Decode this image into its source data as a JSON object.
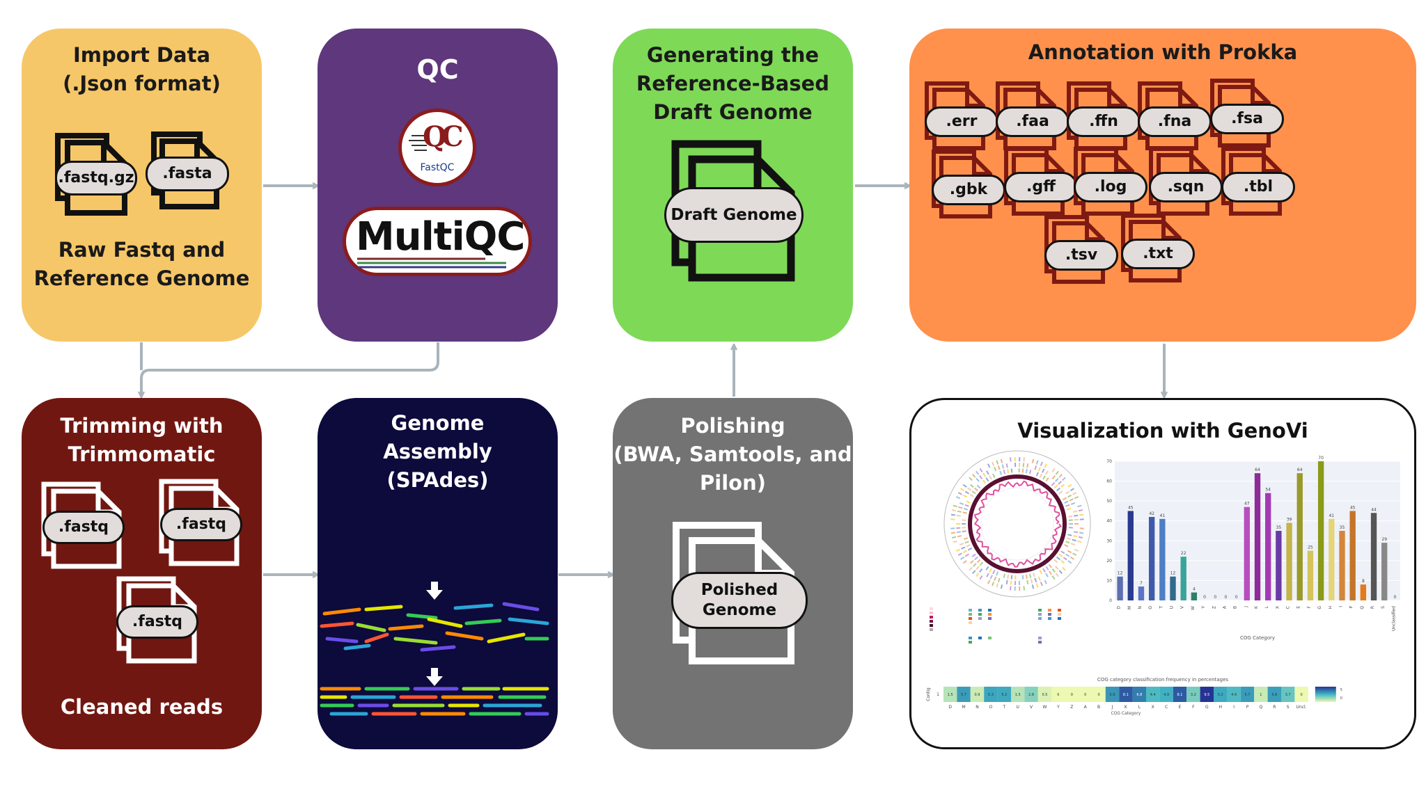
{
  "import": {
    "title_line1": "Import Data",
    "title_line2": "(.Json format)",
    "files": [
      ".fastq.gz",
      ".fasta"
    ],
    "caption_line1": "Raw Fastq and",
    "caption_line2": "Reference Genome"
  },
  "qc": {
    "title": "QC",
    "fastqc_logo_text": "FastQC",
    "fastqc_mark": "QC",
    "multiqc_logo_text": "MultiQC"
  },
  "draft": {
    "title_line1": "Generating the",
    "title_line2": "Reference-Based",
    "title_line3": "Draft Genome",
    "file_label": "Draft Genome"
  },
  "prokka": {
    "title": "Annotation with Prokka",
    "files": [
      ".err",
      ".faa",
      ".ffn",
      ".fna",
      ".fsa",
      ".gbk",
      ".gff",
      ".log",
      ".sqn",
      ".tbl",
      ".tsv",
      ".txt"
    ]
  },
  "trimming": {
    "title_line1": "Trimming with",
    "title_line2": "Trimmomatic",
    "files": [
      ".fastq",
      ".fastq",
      ".fastq"
    ],
    "caption": "Cleaned reads"
  },
  "assembly": {
    "title_line1": "Genome",
    "title_line2": "Assembly",
    "title_line3": "(SPAdes)"
  },
  "polishing": {
    "title_line1": "Polishing",
    "title_line2": "(BWA, Samtools, and",
    "title_line3": "Pilon)",
    "file_label_line1": "Polished",
    "file_label_line2": "Genome"
  },
  "genovi": {
    "title": "Visualization with GenoVi",
    "chart_data": {
      "type": "bar",
      "xlabel": "COG Category",
      "ylim": [
        0,
        70
      ],
      "categories": [
        "D",
        "M",
        "N",
        "O",
        "T",
        "U",
        "V",
        "W",
        "Y",
        "Z",
        "A",
        "B",
        "J",
        "K",
        "L",
        "X",
        "C",
        "E",
        "F",
        "G",
        "H",
        "I",
        "P",
        "Q",
        "R",
        "S",
        "Unclassified"
      ],
      "values": [
        12,
        45,
        7,
        42,
        41,
        12,
        22,
        4,
        0,
        0,
        0,
        0,
        47,
        64,
        54,
        35,
        39,
        64,
        25,
        70,
        41,
        35,
        45,
        8,
        44,
        29,
        0
      ],
      "heatmap_title": "COG category classification frequency in percentages",
      "heatmap_ylabel": "Contig",
      "heatmap_xlabel": "COG Category",
      "heatmap_row_label": "1",
      "heatmap_categories": [
        "D",
        "M",
        "N",
        "O",
        "T",
        "U",
        "V",
        "W",
        "Y",
        "Z",
        "A",
        "B",
        "J",
        "K",
        "L",
        "X",
        "C",
        "E",
        "F",
        "G",
        "H",
        "I",
        "P",
        "Q",
        "R",
        "S",
        "Uncl."
      ],
      "heatmap_values": [
        1.5,
        5.7,
        0.9,
        5.3,
        5.2,
        1.5,
        2.8,
        0.5,
        0,
        0,
        0,
        0,
        5.9,
        8.1,
        6.8,
        4.4,
        4.9,
        8.1,
        3.2,
        9.5,
        5.2,
        4.4,
        5.7,
        1.0,
        5.6,
        3.7,
        0
      ],
      "scale_labels": [
        "5",
        "0"
      ]
    }
  },
  "colors": {
    "import_bg": "#f6c768",
    "qc_bg": "#5e377d",
    "draft_bg": "#7ed957",
    "prokka_bg": "#ff914d",
    "trim_bg": "#711711",
    "assembly_bg": "#0d0a3c",
    "polish_bg": "#737373",
    "arrow": "#a9b4bb",
    "prokka_file": "#7f1a12"
  }
}
